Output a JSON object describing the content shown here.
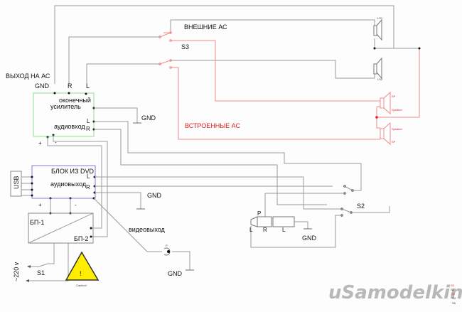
{
  "labels": {
    "output_to_speakers": "ВЫХОД НА АС",
    "gnd": "GND",
    "r": "R",
    "l": "L",
    "amp_line1": "оконечный",
    "amp_line2": "усилитель",
    "audio_in": "аудиовход",
    "plus": "+",
    "minus": "-",
    "external_speakers": "ВНЕШНИЕ АС",
    "s3": "S3",
    "builtin_speakers": "ВСТРОЕННЫЕ АС",
    "dvd_block": "БЛОК ИЗ DVD",
    "audio_out": "аудиовыход",
    "usb": "USB",
    "psu1": "БП-1",
    "psu2": "БП-2",
    "video_out": "видеовыход",
    "s1": "S1",
    "mains": "~220 v",
    "caution": "Caution!",
    "exclamation": "!",
    "s2": "S2",
    "jack_p": "P",
    "jack_l": "L",
    "jack_r": "R",
    "jack_l2": "L",
    "rca_p": "P",
    "ls1": "LS1",
    "ls2": "LS2",
    "sp": "SP",
    "speaker": "Speaker",
    "watermark": "uSamodelkina.ru",
    "legend": [
      "S3",
      "S1",
      "S2",
      "S4",
      "S5"
    ]
  },
  "colors": {
    "wire": "#9a9a9a",
    "builtin_wire": "#f08a8a",
    "amp_border": "#8ee08e",
    "dvd_border": "#8080e0",
    "caution_fill": "#ffee00",
    "red_text": "#e02020"
  }
}
